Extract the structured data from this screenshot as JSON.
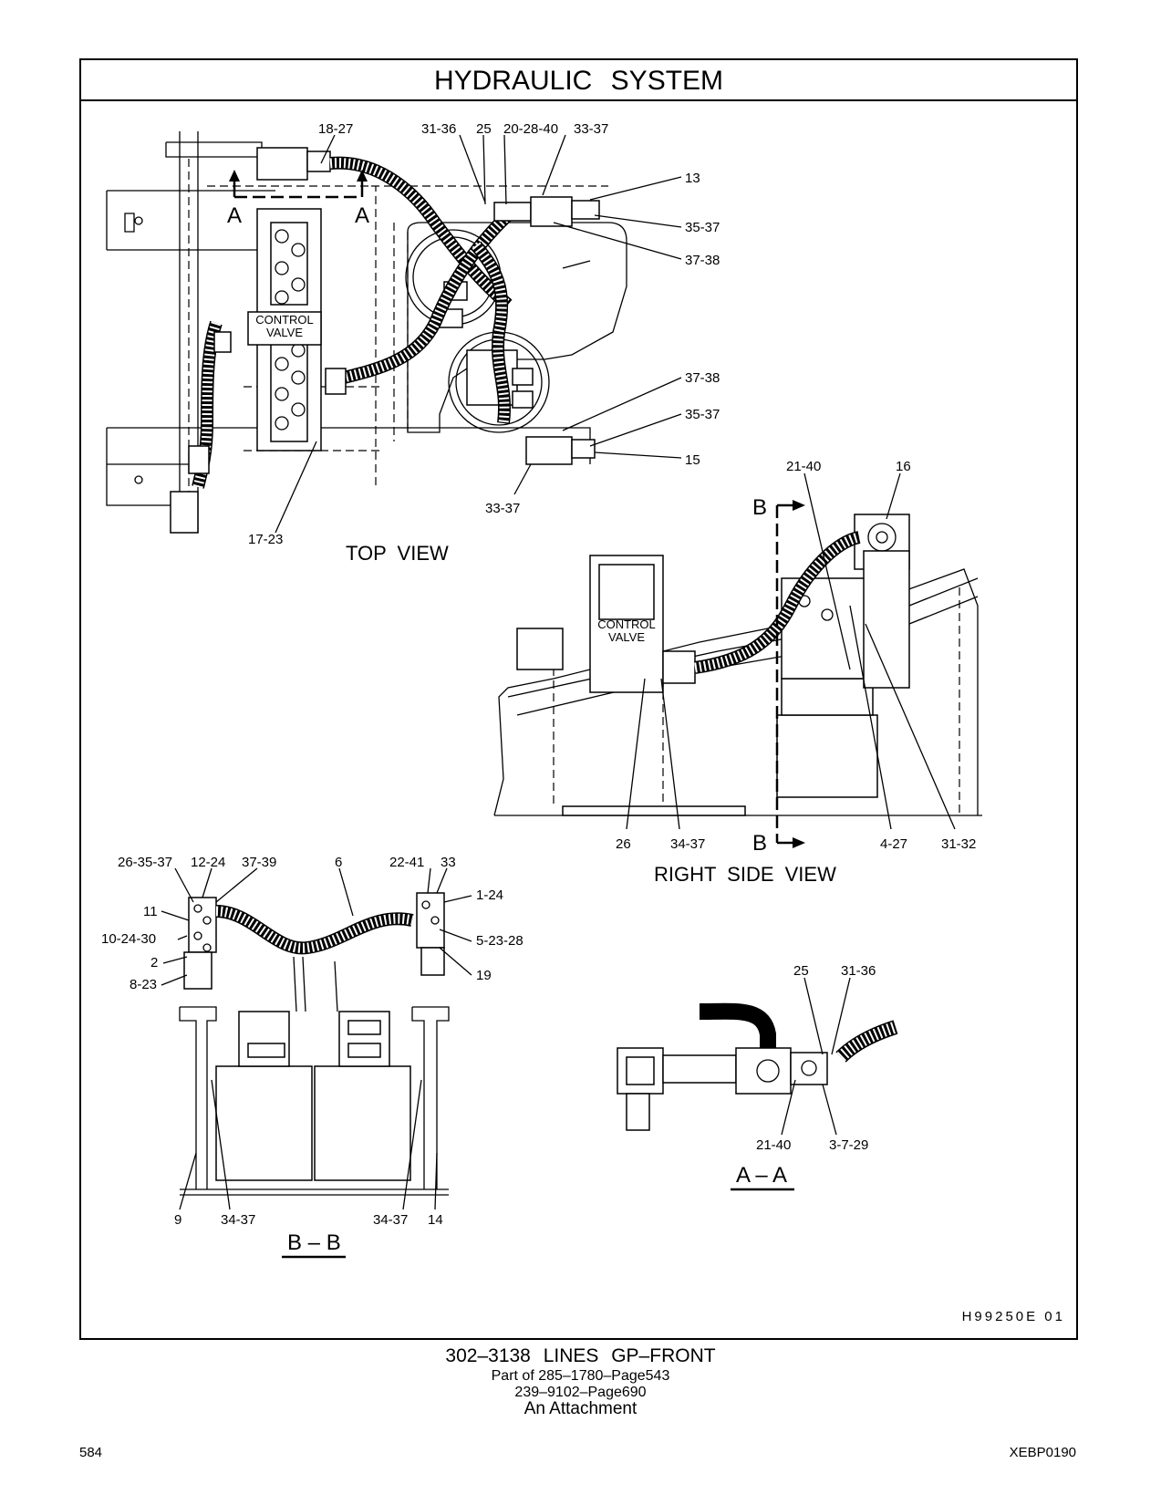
{
  "header": {
    "title": "HYDRAULIC   SYSTEM"
  },
  "views": {
    "top": "TOP  VIEW",
    "right_side": "RIGHT  SIDE  VIEW",
    "section_aa": "A – A",
    "section_bb": "B – B",
    "section_letter_a": "A",
    "section_letter_b": "B",
    "control_valve_1": "CONTROL",
    "control_valve_2": "VALVE"
  },
  "callouts": {
    "top_view": [
      "18-27",
      "31-36",
      "25",
      "20-28-40",
      "33-37",
      "13",
      "35-37",
      "37-38",
      "37-38",
      "35-37",
      "15",
      "33-37",
      "17-23"
    ],
    "right_side_view": [
      "21-40",
      "16",
      "26",
      "34-37",
      "4-27",
      "31-32"
    ],
    "section_bb": [
      "26-35-37",
      "12-24",
      "37-39",
      "6",
      "22-41",
      "33",
      "11",
      "10-24-30",
      "2",
      "8-23",
      "1-24",
      "5-23-28",
      "19",
      "9",
      "34-37",
      "34-37",
      "14"
    ],
    "section_aa": [
      "25",
      "31-36",
      "21-40",
      "3-7-29"
    ]
  },
  "footer": {
    "drawing_id": "H99250E   01",
    "caption_title": "302–3138   LINES  GP–FRONT",
    "caption_line1": "Part of 285–1780–Page543",
    "caption_line2": "239–9102–Page690",
    "caption_line3": "An Attachment",
    "page_number": "584",
    "doc_code": "XEBP0190"
  }
}
